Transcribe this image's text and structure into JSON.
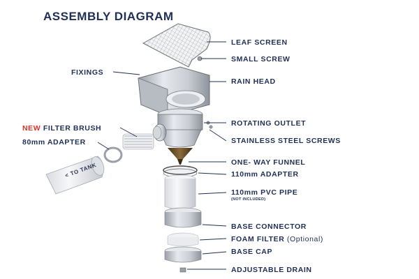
{
  "title": "ASSEMBLY DIAGRAM",
  "labels": {
    "leaf_screen": "LEAF SCREEN",
    "small_screw": "SMALL SCREW",
    "fixings": "FIXINGS",
    "rain_head": "RAIN HEAD",
    "rotating_outlet": "ROTATING OUTLET",
    "new_tag": "NEW",
    "filter_brush": " FILTER BRUSH",
    "stainless_screws": "STAINLESS STEEL SCREWS",
    "adapter_80": "80mm ADAPTER",
    "one_way_funnel": "ONE- WAY FUNNEL",
    "adapter_110": "110mm ADAPTER",
    "pvc_pipe": "110mm PVC PIPE",
    "not_included": "(NOT INCLUDED)",
    "base_connector": "BASE CONNECTOR",
    "foam_filter": "FOAM FILTER",
    "optional": " (Optional)",
    "base_cap": "BASE CAP",
    "adjustable_drain": "ADJUSTABLE DRAIN",
    "to_tank": "< TO TANK"
  },
  "colors": {
    "text": "#1f2f55",
    "accent_new": "#e0322b",
    "line": "#1f2f55"
  }
}
